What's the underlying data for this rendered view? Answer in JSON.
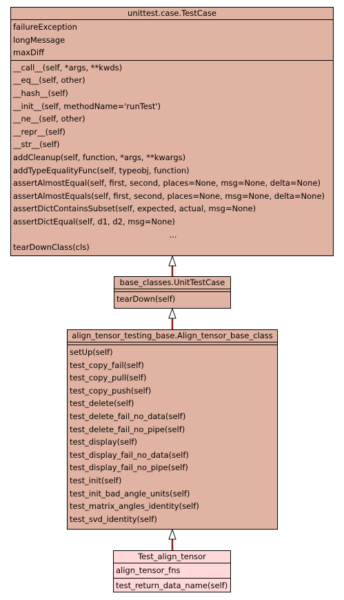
{
  "classes": {
    "testcase": {
      "name": "unittest.case.TestCase",
      "attributes": [
        "failureException",
        "longMessage",
        "maxDiff"
      ],
      "methods": [
        "__call__(self, *args, **kwds)",
        "__eq__(self, other)",
        "__hash__(self)",
        "__init__(self, methodName='runTest')",
        "__ne__(self, other)",
        "__repr__(self)",
        "__str__(self)",
        "addCleanup(self, function, *args, **kwargs)",
        "addTypeEqualityFunc(self, typeobj, function)",
        "assertAlmostEqual(self, first, second, places=None, msg=None, delta=None)",
        "assertAlmostEquals(self, first, second, places=None, msg=None, delta=None)",
        "assertDictContainsSubset(self, expected, actual, msg=None)",
        "assertDictEqual(self, d1, d2, msg=None)"
      ],
      "ellipsis": "...",
      "methods_tail": [
        "tearDownClass(cls)"
      ]
    },
    "unittestcase": {
      "name": "base_classes.UnitTestCase",
      "methods": [
        "tearDown(self)"
      ]
    },
    "align_base": {
      "name": "align_tensor_testing_base.Align_tensor_base_class",
      "methods": [
        "setUp(self)",
        "test_copy_fail(self)",
        "test_copy_pull(self)",
        "test_copy_push(self)",
        "test_delete(self)",
        "test_delete_fail_no_data(self)",
        "test_delete_fail_no_pipe(self)",
        "test_display(self)",
        "test_display_fail_no_data(self)",
        "test_display_fail_no_pipe(self)",
        "test_init(self)",
        "test_init_bad_angle_units(self)",
        "test_matrix_angles_identity(self)",
        "test_svd_identity(self)"
      ]
    },
    "test_align": {
      "name": "Test_align_tensor",
      "attributes": [
        "align_tensor_fns"
      ],
      "methods": [
        "test_return_data_name(self)"
      ]
    }
  },
  "colors": {
    "base_fill": "#e0b3a3",
    "leaf_fill": "#ffd9d9",
    "inheritance_edge": "#8b1a1a"
  }
}
